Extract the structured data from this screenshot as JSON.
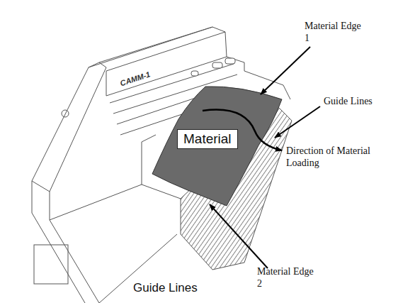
{
  "diagram": {
    "nodes": [
      {
        "text": [
          "Material"
        ]
      }
    ],
    "labels": [
      "Material Edge 1",
      "CAMM-1",
      "Guide Lines",
      "Direction of Material Loading",
      "Material Edge 2",
      "Guide Lines"
    ]
  }
}
